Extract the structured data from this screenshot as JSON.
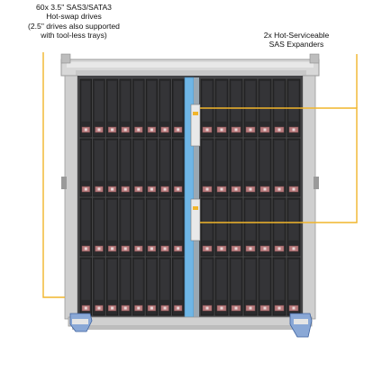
{
  "callouts": {
    "left": {
      "line1": "60x 3.5\" SAS3/SATA3",
      "line2": "Hot-swap drives",
      "line3": "(2.5\" drives also supported",
      "line4": "with tool-less trays)"
    },
    "right": {
      "line1": "2x Hot-Serviceable",
      "line2": "SAS Expanders"
    }
  },
  "drives": {
    "rows": 4,
    "left_bank_columns": 8,
    "right_bank_columns": 7
  },
  "colors": {
    "leader_line": "#f1b52b",
    "drive_body": "#2a2a2c",
    "drive_latch": "#b87a7c",
    "chassis": "#d9d9d9",
    "expander_blue": "#6fb6e6",
    "handle_blue": "#5f8fc8"
  }
}
